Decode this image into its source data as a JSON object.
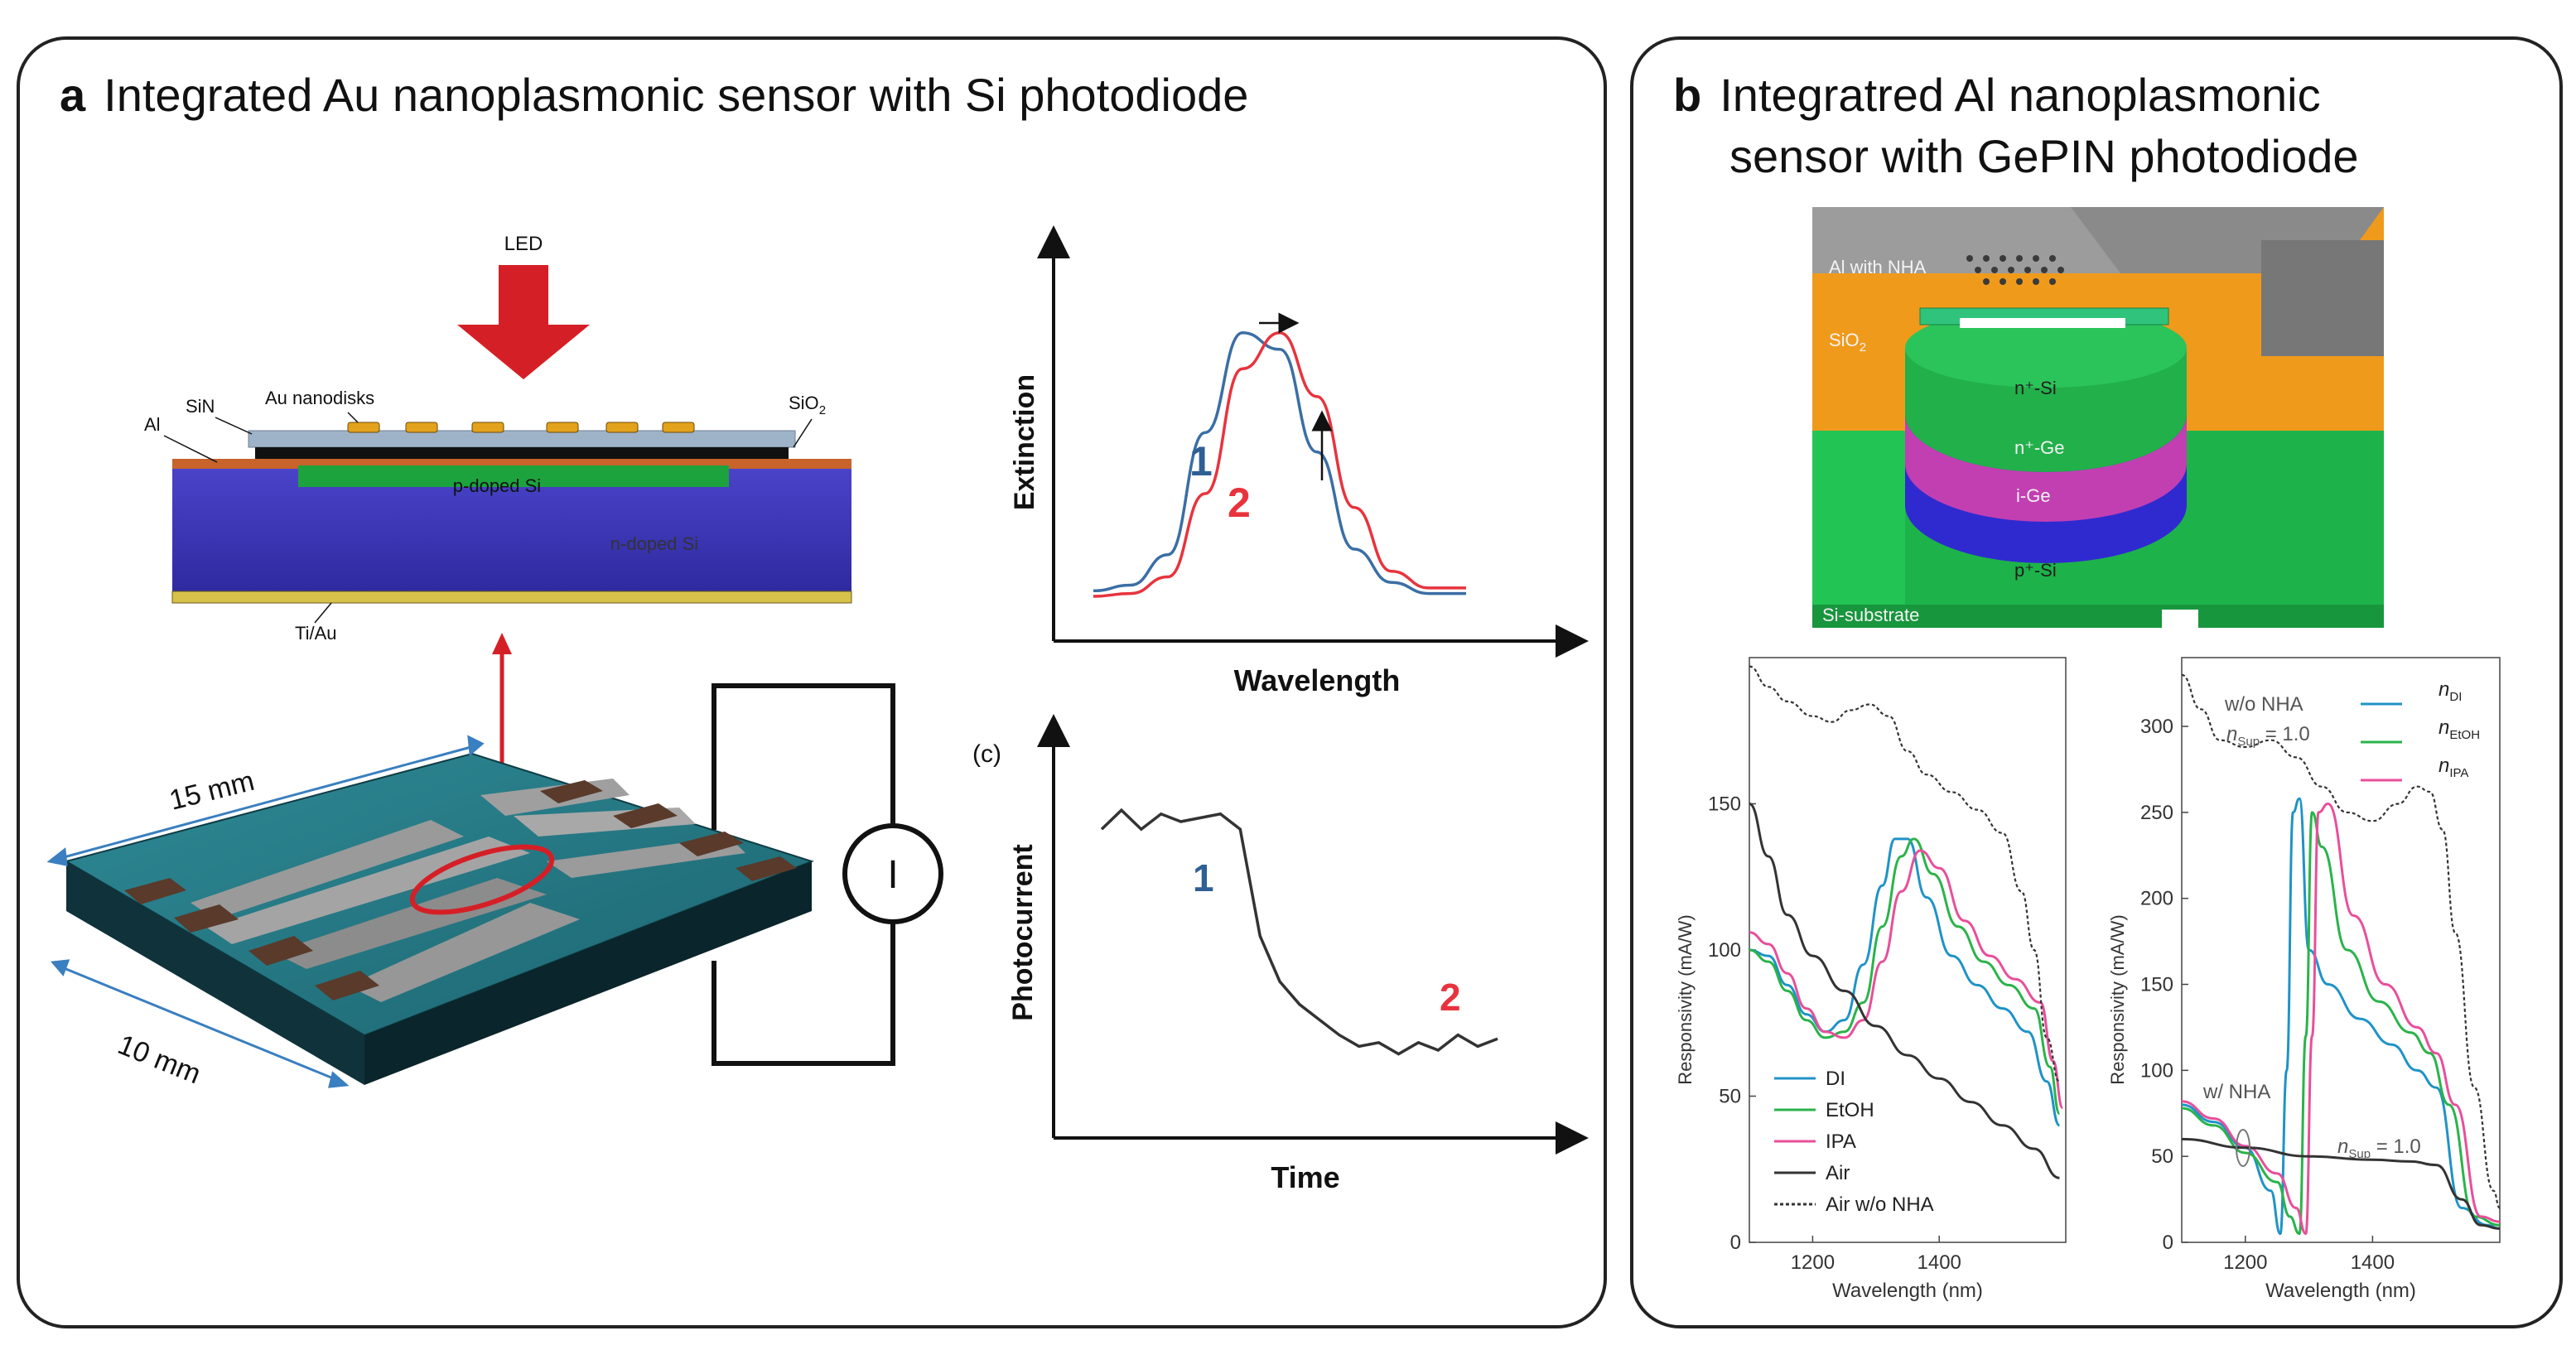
{
  "panel_a": {
    "letter": "a",
    "title": "Integrated Au nanoplasmonic sensor with Si photodiode",
    "cross_section": {
      "led": "LED",
      "au_nanodisks": "Au nanodisks",
      "sin": "SiN",
      "al": "Al",
      "sio2": "SiO",
      "sio2_sub": "2",
      "p_doped": "p-doped Si",
      "n_doped": "n-doped Si",
      "tiau": "Ti/Au"
    },
    "device": {
      "dim_long": "15 mm",
      "dim_short": "10 mm",
      "meter": "I"
    },
    "extinction_plot": {
      "ylabel": "Extinction",
      "xlabel": "Wavelength",
      "curve1": "1",
      "curve2": "2"
    },
    "photocurrent_plot": {
      "panel_tag": "(c)",
      "ylabel": "Photocurrent",
      "xlabel": "Time",
      "label1": "1",
      "label2": "2"
    }
  },
  "panel_b": {
    "letter": "b",
    "title_line1": "Integratred Al nanoplasmonic",
    "title_line2": "sensor with GePIN photodiode",
    "render": {
      "al_nha": "Al with NHA",
      "sio2": "SiO",
      "sio2_sub": "2",
      "n_si": "n⁺-Si",
      "n_ge": "n⁺-Ge",
      "i_ge": "i-Ge",
      "p_si": "p⁺-Si",
      "substrate": "Si-substrate"
    }
  },
  "chart_data": [
    {
      "type": "line",
      "xlabel": "Wavelength",
      "ylabel": "Extinction",
      "series": [
        {
          "name": "1",
          "color": "#3a6ea5",
          "x": [
            0,
            10,
            20,
            30,
            40,
            50,
            60,
            70,
            80,
            90,
            100
          ],
          "y": [
            0.05,
            0.07,
            0.18,
            0.62,
            0.98,
            0.92,
            0.55,
            0.2,
            0.08,
            0.04,
            0.04
          ]
        },
        {
          "name": "2",
          "color": "#e8333d",
          "x": [
            0,
            10,
            20,
            30,
            40,
            50,
            60,
            70,
            80,
            90,
            100
          ],
          "y": [
            0.03,
            0.04,
            0.1,
            0.4,
            0.85,
            0.98,
            0.75,
            0.35,
            0.12,
            0.06,
            0.06
          ]
        }
      ]
    },
    {
      "type": "line",
      "xlabel": "Time",
      "ylabel": "Photocurrent",
      "series": [
        {
          "name": "",
          "color": "#333333",
          "x": [
            0,
            5,
            10,
            15,
            20,
            25,
            30,
            35,
            40,
            45,
            50,
            55,
            60,
            65,
            70,
            75,
            80,
            85,
            90,
            95,
            100
          ],
          "y": [
            0.78,
            0.83,
            0.78,
            0.82,
            0.8,
            0.81,
            0.82,
            0.78,
            0.5,
            0.38,
            0.32,
            0.28,
            0.24,
            0.21,
            0.22,
            0.19,
            0.22,
            0.2,
            0.24,
            0.21,
            0.23
          ]
        }
      ]
    },
    {
      "type": "line",
      "xlabel": "Wavelength (nm)",
      "ylabel": "Responsivity (mA/W)",
      "xlim": [
        1100,
        1600
      ],
      "ylim": [
        0,
        200
      ],
      "xticks": [
        1200,
        1400
      ],
      "yticks": [
        0,
        50,
        100,
        150
      ],
      "legend": "bottom-left",
      "series": [
        {
          "name": "DI",
          "color": "#1f93c6",
          "x": [
            1100,
            1130,
            1160,
            1190,
            1220,
            1250,
            1280,
            1310,
            1330,
            1350,
            1380,
            1420,
            1460,
            1500,
            1540,
            1570,
            1590
          ],
          "y": [
            100,
            98,
            88,
            78,
            72,
            76,
            95,
            122,
            138,
            138,
            118,
            98,
            88,
            80,
            72,
            55,
            40
          ]
        },
        {
          "name": "EtOH",
          "color": "#2ab34a",
          "x": [
            1100,
            1130,
            1160,
            1190,
            1220,
            1250,
            1280,
            1310,
            1340,
            1360,
            1390,
            1430,
            1470,
            1510,
            1550,
            1575,
            1590
          ],
          "y": [
            100,
            96,
            86,
            76,
            70,
            72,
            82,
            108,
            132,
            138,
            126,
            108,
            96,
            88,
            80,
            60,
            44
          ]
        },
        {
          "name": "IPA",
          "color": "#e84f9a",
          "x": [
            1100,
            1130,
            1160,
            1190,
            1220,
            1250,
            1280,
            1310,
            1340,
            1370,
            1400,
            1440,
            1480,
            1520,
            1560,
            1580,
            1595
          ],
          "y": [
            106,
            102,
            92,
            80,
            72,
            70,
            76,
            96,
            120,
            134,
            128,
            110,
            98,
            90,
            82,
            62,
            46
          ]
        },
        {
          "name": "Air",
          "color": "#333333",
          "x": [
            1100,
            1130,
            1160,
            1200,
            1250,
            1300,
            1350,
            1400,
            1450,
            1500,
            1550,
            1590
          ],
          "y": [
            150,
            132,
            112,
            98,
            86,
            74,
            64,
            56,
            48,
            40,
            32,
            22
          ]
        },
        {
          "name": "Air w/o NHA",
          "color": "#333333",
          "dashed": true,
          "x": [
            1100,
            1130,
            1160,
            1200,
            1230,
            1260,
            1290,
            1320,
            1350,
            1380,
            1420,
            1460,
            1500,
            1530,
            1550,
            1570,
            1590
          ],
          "y": [
            197,
            190,
            185,
            180,
            178,
            182,
            184,
            180,
            168,
            160,
            154,
            148,
            140,
            120,
            100,
            70,
            55
          ]
        }
      ]
    },
    {
      "type": "line",
      "xlabel": "Wavelength (nm)",
      "ylabel": "Responsivity (mA/W)",
      "xlim": [
        1100,
        1600
      ],
      "ylim": [
        0,
        340
      ],
      "xticks": [
        1200,
        1400
      ],
      "yticks": [
        0,
        50,
        100,
        150,
        200,
        250,
        300
      ],
      "annotations": [
        "w/o NHA",
        "n_Sup = 1.0",
        "w/ NHA",
        "n_Sup = 1.0"
      ],
      "series": [
        {
          "name": "n_DI",
          "color": "#1f93c6",
          "x": [
            1100,
            1150,
            1200,
            1240,
            1255,
            1265,
            1275,
            1285,
            1300,
            1330,
            1380,
            1430,
            1470,
            1500,
            1540,
            1580,
            1600
          ],
          "y": [
            80,
            70,
            55,
            30,
            5,
            100,
            250,
            258,
            170,
            150,
            130,
            115,
            100,
            90,
            20,
            10,
            8
          ]
        },
        {
          "name": "n_EtOH",
          "color": "#2ab34a",
          "x": [
            1100,
            1150,
            1200,
            1250,
            1270,
            1285,
            1295,
            1305,
            1320,
            1360,
            1410,
            1460,
            1490,
            1520,
            1560,
            1600
          ],
          "y": [
            78,
            68,
            52,
            35,
            15,
            5,
            120,
            250,
            230,
            170,
            140,
            122,
            110,
            80,
            15,
            10
          ]
        },
        {
          "name": "n_IPA",
          "color": "#e84f9a",
          "x": [
            1100,
            1150,
            1200,
            1250,
            1280,
            1295,
            1305,
            1315,
            1330,
            1370,
            1420,
            1470,
            1500,
            1530,
            1570,
            1600
          ],
          "y": [
            82,
            72,
            56,
            40,
            20,
            5,
            120,
            250,
            255,
            190,
            150,
            125,
            110,
            80,
            15,
            12
          ]
        },
        {
          "name": "w/ NHA",
          "color": "#333333",
          "x": [
            1100,
            1200,
            1300,
            1400,
            1460,
            1500,
            1540,
            1570,
            1600
          ],
          "y": [
            60,
            55,
            50,
            48,
            47,
            45,
            25,
            10,
            8
          ]
        },
        {
          "name": "w/o NHA",
          "color": "#333333",
          "dashed": true,
          "x": [
            1100,
            1130,
            1160,
            1200,
            1240,
            1280,
            1320,
            1360,
            1400,
            1440,
            1470,
            1490,
            1510,
            1530,
            1560,
            1590,
            1600
          ],
          "y": [
            330,
            310,
            292,
            288,
            292,
            282,
            265,
            250,
            245,
            255,
            265,
            262,
            240,
            180,
            90,
            30,
            20
          ]
        }
      ]
    }
  ]
}
